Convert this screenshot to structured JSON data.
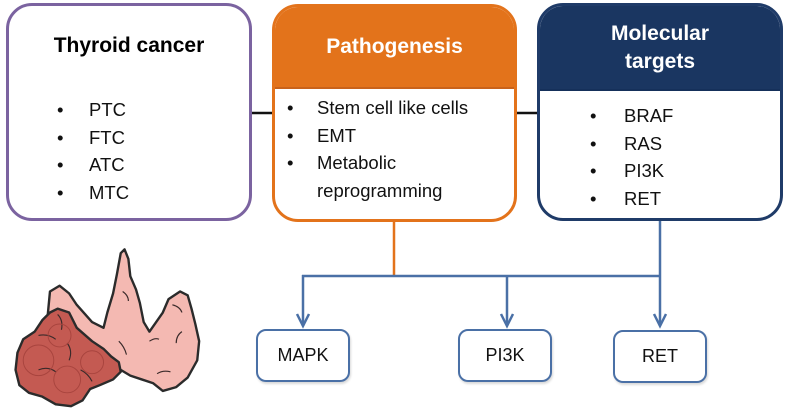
{
  "boxes": {
    "thyroid_cancer": {
      "title": "Thyroid cancer",
      "border_color": "#7b63a0",
      "items": [
        "PTC",
        "FTC",
        "ATC",
        "MTC"
      ]
    },
    "pathogenesis": {
      "title": "Pathogenesis",
      "header_color": "#e3731b",
      "items": [
        "Stem cell like cells",
        "EMT",
        "Metabolic",
        "reprogramming"
      ]
    },
    "molecular_targets": {
      "title_line1": "Molecular",
      "title_line2": "targets",
      "header_color": "#1a3661",
      "items": [
        "BRAF",
        "RAS",
        "PI3K",
        "RET"
      ]
    }
  },
  "bullet": "•",
  "pathways": {
    "arrow_color": "#4a70a6",
    "items": [
      "MAPK",
      "PI3K",
      "RET"
    ]
  },
  "illustration": {
    "label": "thyroid gland illustration",
    "colors": {
      "healthy": "#f4b9b2",
      "tumor": "#c45a52",
      "outline": "#2b2b2b"
    }
  }
}
